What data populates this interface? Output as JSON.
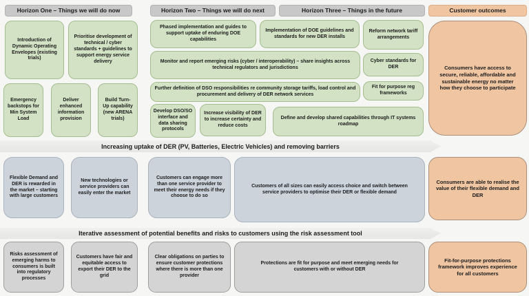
{
  "title": "DER roadmap horizons and customer outcomes",
  "colors": {
    "background": "#f6f6f4",
    "header_gray": "#c8c8c8",
    "green_box": "#d3e2c5",
    "green_border": "#a4bd90",
    "blue_gray_box": "#ccd3db",
    "gray_box": "#d4d4d4",
    "peach_box": "#efc5a2",
    "band_gray": "#ececea",
    "text": "#1c1c1c"
  },
  "headers": {
    "horizon_one": "Horizon One – Things we will do now",
    "horizon_two": "Horizon Two – Things we will do next",
    "horizon_three": "Horizon Three – Things in the future",
    "customer_outcomes": "Customer outcomes"
  },
  "green_boxes": [
    {
      "text": "Introduction of Dynamic Operating Envelopes (existing trials)"
    },
    {
      "text": "Prioritise development of technical / cyber standards + guidelines to support energy service delivery"
    },
    {
      "text": "Emergency backstops for Min System Load"
    },
    {
      "text": "Deliver enhanced information provision"
    },
    {
      "text": "Build Turn-Up capability (new ARENA trials)"
    },
    {
      "text": "Phased implementation and guides to support uptake of enduring DOE capabilities"
    },
    {
      "text": "Implementation of DOE guidelines and standards for new DER installs"
    },
    {
      "text": "Reform network tariff arrangements"
    },
    {
      "text": "Monitor and report emerging risks (cyber / interoperability) – share insights across technical regulators and jurisdictions"
    },
    {
      "text": "Cyber standards for DER"
    },
    {
      "text": "Further definition of DSO responsibilities re community storage tariffs, load control and procurement and delivery of DER network services"
    },
    {
      "text": "Fit for purpose reg frameworks"
    },
    {
      "text": "Develop DSO/SO interface and data sharing protocols"
    },
    {
      "text": "Increase visibility of DER to increase certainty and reduce costs"
    },
    {
      "text": "Define and develop shared capabilities through IT systems roadmap"
    }
  ],
  "bands": [
    {
      "text": "Increasing uptake of DER (PV, Batteries, Electric Vehicles) and removing barriers"
    },
    {
      "text": "Iterative assessment of potential benefits and risks to customers using the risk assessment tool"
    }
  ],
  "blue_boxes": [
    {
      "text": "Flexible Demand and DER is rewarded in the market – starting with large customers"
    },
    {
      "text": "New technologies or service providers can easily enter the market"
    },
    {
      "text": "Customers can engage more than one service provider to meet their energy needs if they choose to do so"
    },
    {
      "text": "Customers of all sizes can easily access choice and switch between service providers to optimise their DER or flexible demand"
    }
  ],
  "gray_boxes": [
    {
      "text": "Risks assessment of emerging harms to consumers is built into regulatory processes"
    },
    {
      "text": "Customers have fair and equitable access to export their DER to the grid"
    },
    {
      "text": "Clear obligations on parties to ensure customer protections where there is more than one provider"
    },
    {
      "text": "Protections are fit for purpose and meet emerging needs for customers with or without DER"
    }
  ],
  "outcome_boxes": [
    {
      "text": "Consumers have access to secure, reliable, affordable and sustainable energy no matter how they choose to participate"
    },
    {
      "text": "Consumers are able to realise the value of their flexible demand and DER"
    },
    {
      "text": "Fit-for-purpose protections framework improves experience for all customers"
    }
  ]
}
